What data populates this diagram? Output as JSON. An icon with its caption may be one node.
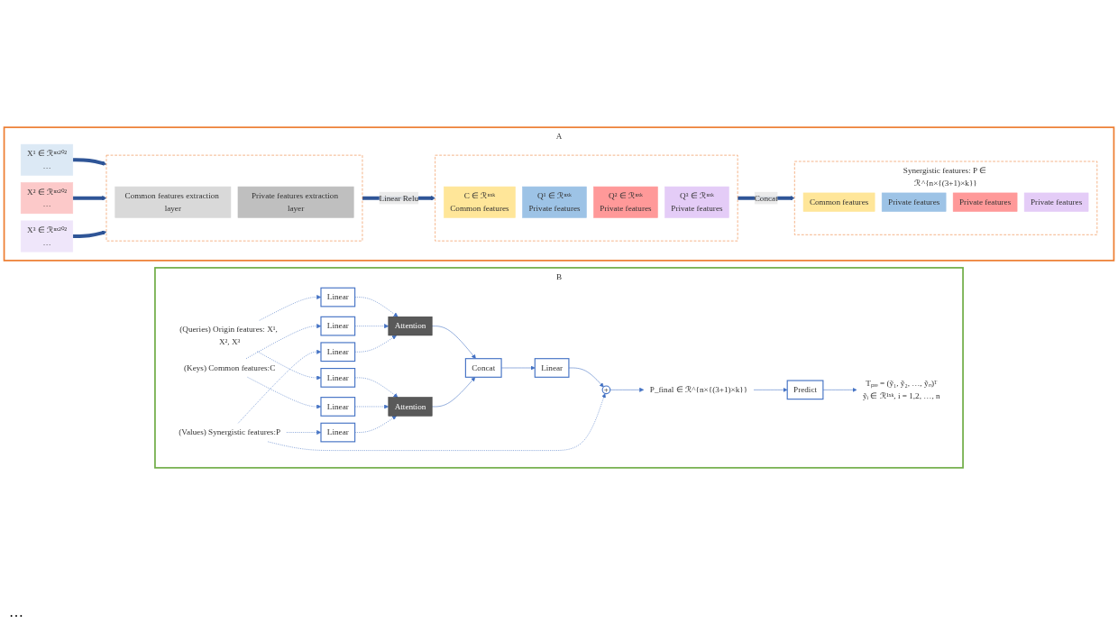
{
  "diagram": {
    "nodes": [
      {
        "text": [
          "A"
        ]
      },
      {
        "text": [
          "X¹ ∈ ℛⁿˣ²⁰²",
          "…"
        ],
        "in": 0
      },
      {
        "text": [
          "X² ∈ ℛⁿˣ²⁰²",
          "…"
        ],
        "in": 0
      },
      {
        "text": [
          "X³ ∈ ℛⁿˣ²⁰²",
          "…"
        ],
        "in": 0
      },
      {
        "text": [],
        "shape": "box",
        "in": 0
      },
      {
        "text": [
          "Common features extraction layer"
        ],
        "in": 4
      },
      {
        "text": [
          "Private features extraction layer"
        ],
        "in": 4
      },
      {
        "text": [],
        "shape": "box",
        "in": 0
      },
      {
        "text": [
          "C ∈ ℛⁿˣᵏ",
          "Common features"
        ],
        "in": 7
      },
      {
        "text": [
          "Q¹ ∈ ℛⁿˣᵏ",
          "Private features"
        ],
        "in": 7
      },
      {
        "text": [
          "Q² ∈ ℛⁿˣᵏ",
          "Private features"
        ],
        "in": 7
      },
      {
        "text": [
          "Q³ ∈ ℛⁿˣᵏ",
          "Private features"
        ],
        "in": 7
      },
      {
        "text": [
          "Synergistic features: P ∈ ℛ^{n×{(3+1)×k}}"
        ],
        "in": 0
      },
      {
        "text": [
          "Common features"
        ],
        "in": 12
      },
      {
        "text": [
          "Private features"
        ],
        "in": 12
      },
      {
        "text": [
          "Private features"
        ],
        "in": 12
      },
      {
        "text": [
          "Private features"
        ],
        "in": 12
      },
      {
        "text": [
          "B"
        ]
      },
      {
        "text": [
          "(Queries) Origin features: X¹, X², X³"
        ],
        "in": 17
      },
      {
        "text": [
          "(Keys) Common features:C"
        ],
        "in": 17
      },
      {
        "text": [
          "(Values) Synergistic features:P"
        ],
        "in": 17
      },
      {
        "text": [
          "Linear"
        ],
        "in": 17
      },
      {
        "text": [
          "Linear"
        ],
        "in": 17
      },
      {
        "text": [
          "Linear"
        ],
        "in": 17
      },
      {
        "text": [
          "Linear"
        ],
        "in": 17
      },
      {
        "text": [
          "Linear"
        ],
        "in": 17
      },
      {
        "text": [
          "Linear"
        ],
        "in": 17
      },
      {
        "text": [
          "Attention"
        ],
        "in": 17
      },
      {
        "text": [
          "Attention"
        ],
        "in": 17
      },
      {
        "text": [
          "Concat"
        ],
        "in": 17
      },
      {
        "text": [
          "Linear"
        ],
        "in": 17
      },
      {
        "text": [
          "+"
        ],
        "in": 17
      },
      {
        "text": [
          "P_final ∈ ℛ^{n×{(3+1)×k}}"
        ],
        "in": 17
      },
      {
        "text": [
          "Predict"
        ],
        "in": 17
      },
      {
        "text": [
          "Tₚᵣₑ = (ỹ₁, ỹ₂, …, ỹₙ)ᵀ",
          "ỹᵢ ∈ ℛ¹ˣᵏ, i = 1,2, …, n"
        ],
        "in": 17
      }
    ],
    "edges": [
      {
        "from": 1,
        "to": 4,
        "arrow": "to",
        "style": "thick",
        "color": "#2f5597"
      },
      {
        "from": 2,
        "to": 4,
        "arrow": "to",
        "style": "thick",
        "color": "#2f5597"
      },
      {
        "from": 3,
        "to": 4,
        "arrow": "to",
        "style": "thick",
        "color": "#2f5597"
      },
      {
        "from": 4,
        "to": 7,
        "arrow": "to",
        "label": "Linear Relu",
        "style": "thick",
        "color": "#2f5597"
      },
      {
        "from": 7,
        "to": 12,
        "arrow": "to",
        "label": "Concat",
        "style": "thick",
        "color": "#2f5597"
      },
      {
        "from": 18,
        "to": 21,
        "arrow": "to",
        "style": "dashed"
      },
      {
        "from": 18,
        "to": 24,
        "arrow": "to",
        "style": "dashed"
      },
      {
        "from": 19,
        "to": 22,
        "arrow": "to",
        "style": "dashed"
      },
      {
        "from": 19,
        "to": 25,
        "arrow": "to",
        "style": "dashed"
      },
      {
        "from": 20,
        "to": 23,
        "arrow": "to",
        "style": "dashed"
      },
      {
        "from": 20,
        "to": 26,
        "arrow": "to",
        "style": "dashed"
      },
      {
        "from": 21,
        "to": 27,
        "arrow": "to",
        "style": "dashed"
      },
      {
        "from": 22,
        "to": 27,
        "arrow": "to",
        "style": "dashed"
      },
      {
        "from": 23,
        "to": 27,
        "arrow": "to",
        "style": "dashed"
      },
      {
        "from": 24,
        "to": 28,
        "arrow": "to",
        "style": "dashed"
      },
      {
        "from": 25,
        "to": 28,
        "arrow": "to",
        "style": "dashed"
      },
      {
        "from": 26,
        "to": 28,
        "arrow": "to",
        "style": "dashed"
      },
      {
        "from": 27,
        "to": 29,
        "arrow": "to"
      },
      {
        "from": 28,
        "to": 29,
        "arrow": "to"
      },
      {
        "from": 29,
        "to": 30,
        "arrow": "to"
      },
      {
        "from": 30,
        "to": 31,
        "arrow": "to"
      },
      {
        "from": 31,
        "to": 32,
        "arrow": "to"
      },
      {
        "from": 32,
        "to": 33,
        "arrow": "to"
      },
      {
        "from": 33,
        "to": 34,
        "arrow": "to"
      },
      {
        "from": 20,
        "to": 31,
        "arrow": "to",
        "style": "dashed"
      }
    ],
    "labels": [
      "…"
    ]
  }
}
